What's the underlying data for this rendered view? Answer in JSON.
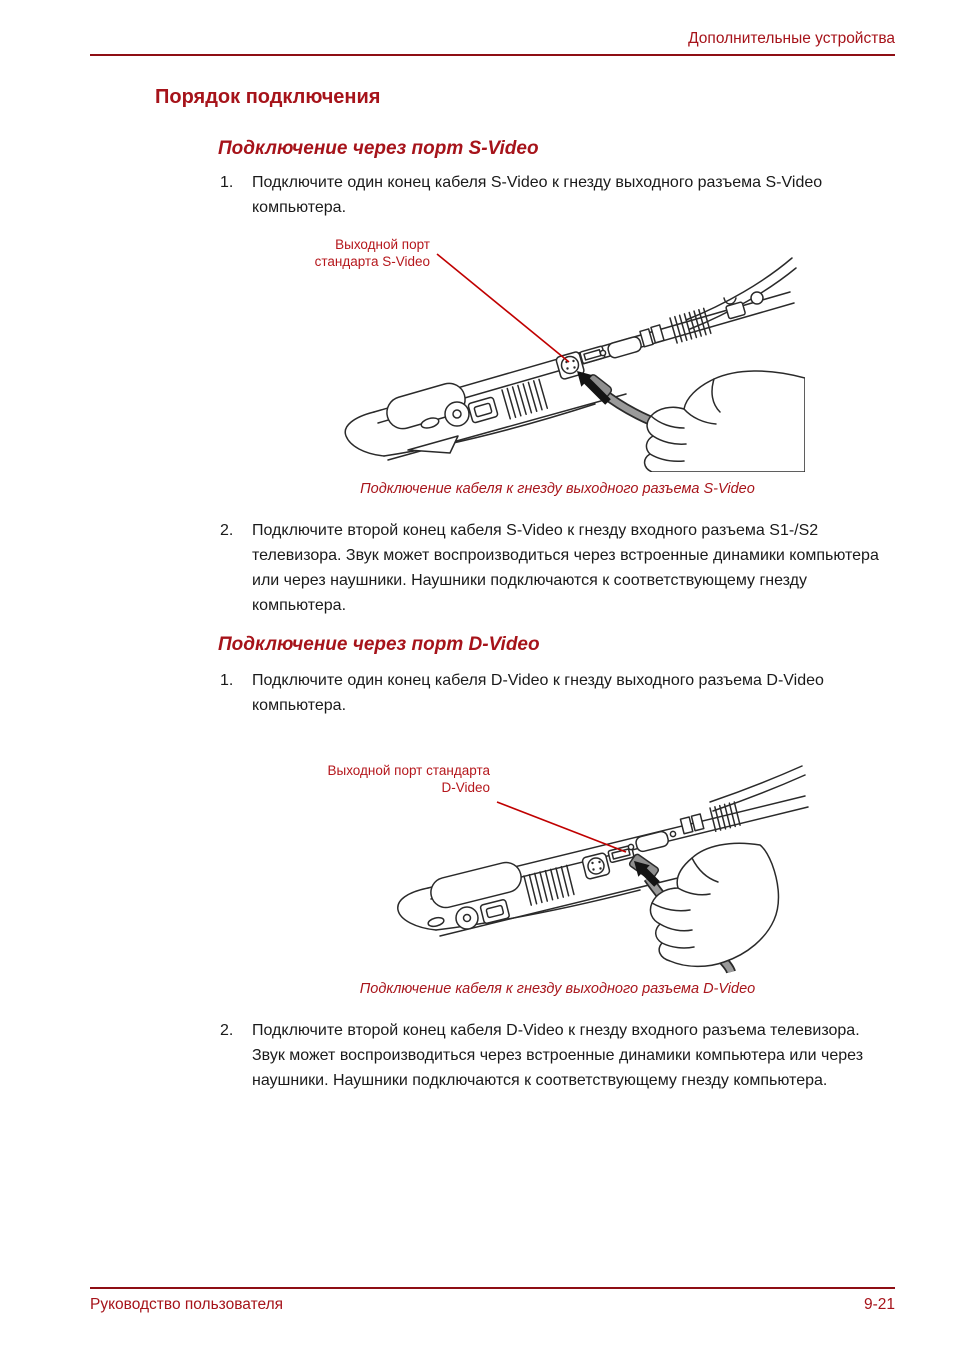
{
  "header": {
    "running_title": "Дополнительные устройства"
  },
  "section": {
    "title": "Порядок подключения"
  },
  "svideo": {
    "heading": "Подключение через порт S-Video",
    "steps": [
      {
        "num": "1.",
        "text": "Подключите один конец кабеля S-Video к гнезду выходного разъема S-Video компьютера."
      },
      {
        "num": "2.",
        "text": "Подключите второй конец кабеля S-Video к гнезду входного разъема S1-/S2 телевизора. Звук может воспроизводиться через встроенные динамики компьютера или через наушники. Наушники подключаются к соответствующему гнезду компьютера."
      }
    ],
    "figure": {
      "label_line1": "Выходной порт",
      "label_line2": "стандарта S-Video",
      "caption": "Подключение кабеля к гнезду выходного разъема S-Video"
    }
  },
  "dvideo": {
    "heading": "Подключение через порт D-Video",
    "steps": [
      {
        "num": "1.",
        "text": "Подключите один конец кабеля D-Video к гнезду выходного разъема D-Video компьютера."
      },
      {
        "num": "2.",
        "text": "Подключите второй конец кабеля D-Video к гнезду входного разъема телевизора. Звук может воспроизводиться через встроенные динамики компьютера или через наушники. Наушники подключаются к соответствующему гнезду компьютера."
      }
    ],
    "figure": {
      "label_line1": "Выходной порт стандарта",
      "label_line2": "D-Video",
      "caption": "Подключение кабеля к гнезду выходного разъема D-Video"
    }
  },
  "footer": {
    "left": "Руководство пользователя",
    "page": "9-21"
  },
  "colors": {
    "accent_red": "#a6131a",
    "leader_red": "#c00000",
    "line_dark": "#2a2a2a"
  }
}
